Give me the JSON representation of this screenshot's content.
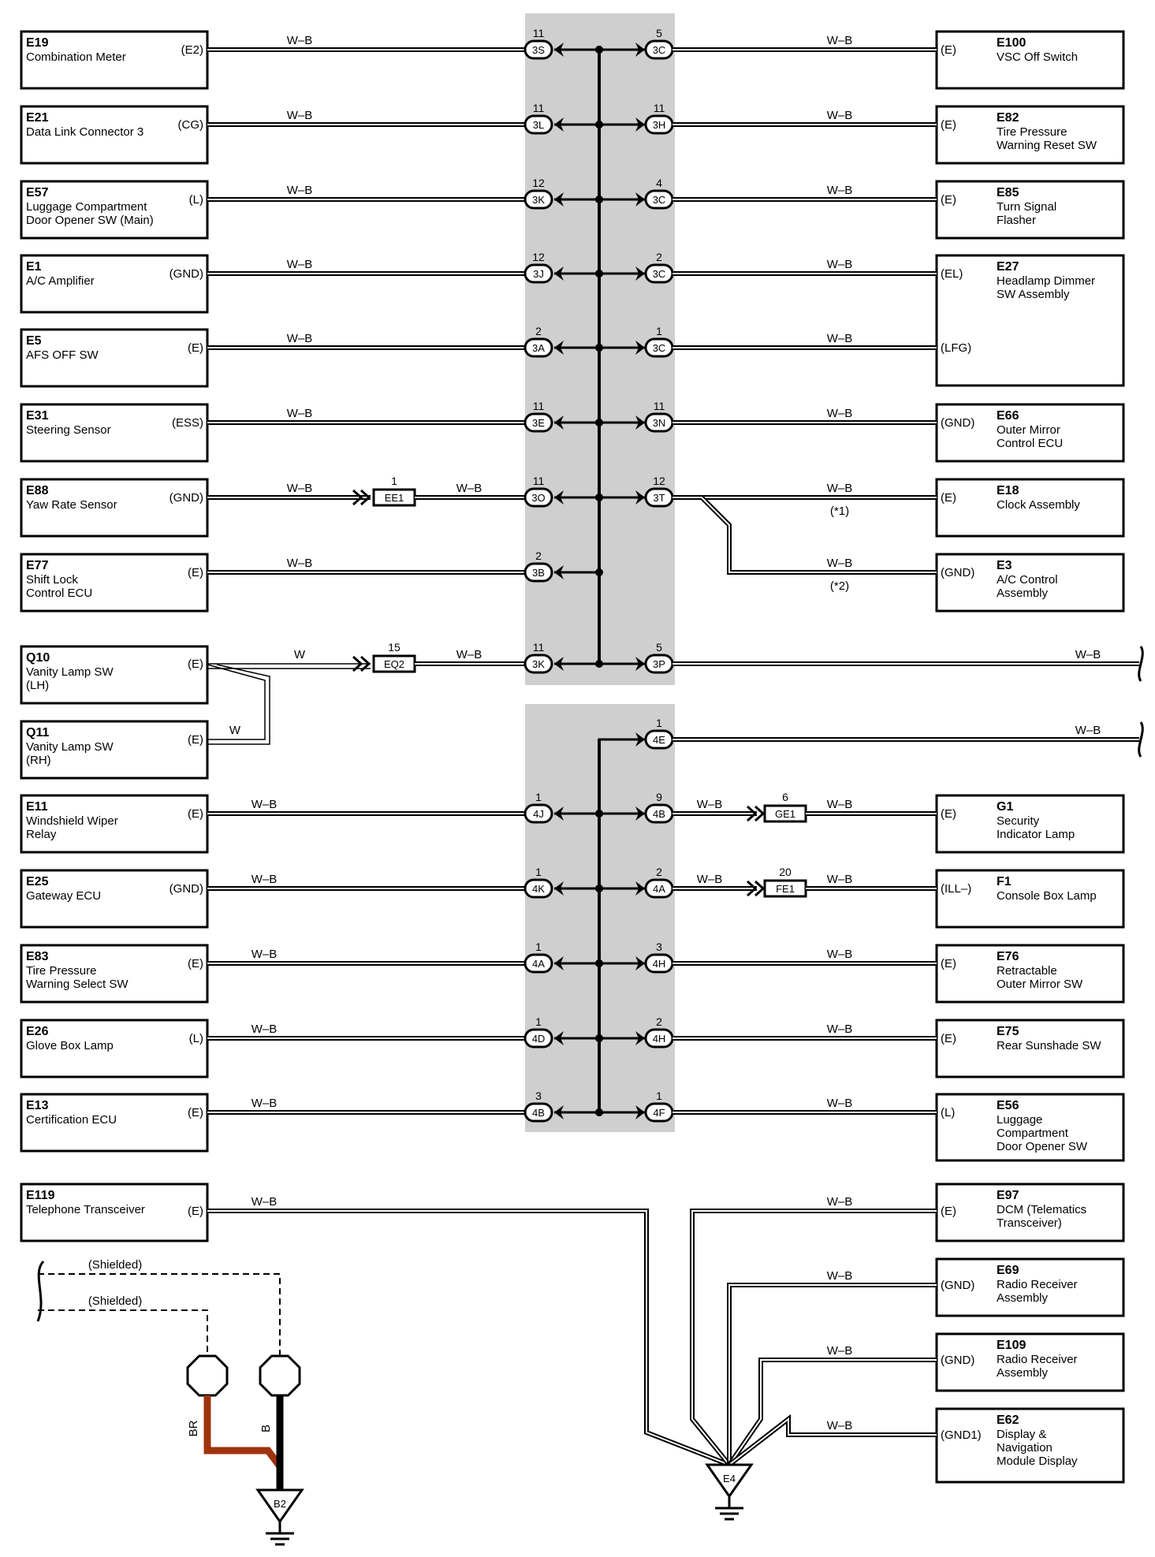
{
  "colors": {
    "shade": "#cfcfcf",
    "wire_br": "#a0330f",
    "wire_b": "#000000"
  },
  "left_devices": [
    {
      "id": "E19",
      "lines": [
        "Combination Meter"
      ],
      "pin": "(E2)",
      "wire": "W–B",
      "junction": {
        "num": "11",
        "code": "3S"
      }
    },
    {
      "id": "E21",
      "lines": [
        "Data Link Connector 3"
      ],
      "pin": "(CG)",
      "wire": "W–B",
      "junction": {
        "num": "11",
        "code": "3L"
      }
    },
    {
      "id": "E57",
      "lines": [
        "Luggage Compartment",
        "Door Opener SW (Main)"
      ],
      "pin": "(L)",
      "wire": "W–B",
      "junction": {
        "num": "12",
        "code": "3K"
      }
    },
    {
      "id": "E1",
      "lines": [
        "A/C Amplifier"
      ],
      "pin": "(GND)",
      "wire": "W–B",
      "junction": {
        "num": "12",
        "code": "3J"
      }
    },
    {
      "id": "E5",
      "lines": [
        "AFS OFF SW"
      ],
      "pin": "(E)",
      "wire": "W–B",
      "junction": {
        "num": "2",
        "code": "3A"
      }
    },
    {
      "id": "E31",
      "lines": [
        "Steering Sensor"
      ],
      "pin": "(ESS)",
      "wire": "W–B",
      "junction": {
        "num": "11",
        "code": "3E"
      }
    },
    {
      "id": "E88",
      "lines": [
        "Yaw Rate Sensor"
      ],
      "pin": "(GND)",
      "wire": "W–B",
      "junction": {
        "num": "11",
        "code": "3O"
      },
      "inline": {
        "num": "1",
        "code": "EE1",
        "wire2": "W–B"
      }
    },
    {
      "id": "E77",
      "lines": [
        "Shift Lock",
        "Control ECU"
      ],
      "pin": "(E)",
      "wire": "W–B",
      "junction": {
        "num": "2",
        "code": "3B"
      }
    },
    {
      "id": "Q10",
      "lines": [
        "Vanity Lamp SW",
        "(LH)"
      ],
      "pin": "(E)",
      "wire": "W",
      "junction": {
        "num": "11",
        "code": "3K"
      },
      "inline": {
        "num": "15",
        "code": "EQ2",
        "wire2": "W–B"
      }
    },
    {
      "id": "Q11",
      "lines": [
        "Vanity Lamp SW",
        "(RH)"
      ],
      "pin": "(E)",
      "wire": "W"
    },
    {
      "id": "E11",
      "lines": [
        "Windshield Wiper",
        "Relay"
      ],
      "pin": "(E)",
      "wire": "W–B",
      "junction": {
        "num": "1",
        "code": "4J"
      }
    },
    {
      "id": "E25",
      "lines": [
        "Gateway ECU"
      ],
      "pin": "(GND)",
      "wire": "W–B",
      "junction": {
        "num": "1",
        "code": "4K"
      }
    },
    {
      "id": "E83",
      "lines": [
        "Tire Pressure",
        "Warning Select SW"
      ],
      "pin": "(E)",
      "wire": "W–B",
      "junction": {
        "num": "1",
        "code": "4A"
      }
    },
    {
      "id": "E26",
      "lines": [
        "Glove Box Lamp"
      ],
      "pin": "(L)",
      "wire": "W–B",
      "junction": {
        "num": "1",
        "code": "4D"
      }
    },
    {
      "id": "E13",
      "lines": [
        "Certification ECU"
      ],
      "pin": "(E)",
      "wire": "W–B",
      "junction": {
        "num": "3",
        "code": "4B"
      }
    },
    {
      "id": "E119",
      "lines": [
        "Telephone Transceiver"
      ],
      "pin": "(E)",
      "wire": "W–B"
    }
  ],
  "right_devices": [
    {
      "id": "E100",
      "lines": [
        "VSC Off Switch"
      ],
      "pins": [
        "(E)"
      ],
      "wire": "W–B",
      "junction": {
        "num": "5",
        "code": "3C"
      }
    },
    {
      "id": "E82",
      "lines": [
        "Tire Pressure",
        "Warning Reset SW"
      ],
      "pins": [
        "(E)"
      ],
      "wire": "W–B",
      "junction": {
        "num": "11",
        "code": "3H"
      }
    },
    {
      "id": "E85",
      "lines": [
        "Turn Signal",
        "Flasher"
      ],
      "pins": [
        "(E)"
      ],
      "wire": "W–B",
      "junction": {
        "num": "4",
        "code": "3C"
      }
    },
    {
      "id": "E27",
      "lines": [
        "Headlamp Dimmer",
        "SW Assembly"
      ],
      "pins": [
        "(EL)",
        "(LFG)"
      ],
      "wire": "W–B",
      "junction": {
        "num": "2",
        "code": "3C"
      },
      "junction2": {
        "num": "1",
        "code": "3C"
      },
      "wire2": "W–B"
    },
    {
      "id": "E66",
      "lines": [
        "Outer Mirror",
        "Control ECU"
      ],
      "pins": [
        "(GND)"
      ],
      "wire": "W–B",
      "junction": {
        "num": "11",
        "code": "3N"
      }
    },
    {
      "id": "E18",
      "lines": [
        "Clock Assembly"
      ],
      "pins": [
        "(E)"
      ],
      "wire": "W–B",
      "note": "(*1)",
      "junction": {
        "num": "12",
        "code": "3T"
      }
    },
    {
      "id": "E3",
      "lines": [
        "A/C Control",
        "Assembly"
      ],
      "pins": [
        "(GND)"
      ],
      "wire": "W–B",
      "note": "(*2)"
    },
    {
      "id": "G1",
      "lines": [
        "Security",
        "Indicator Lamp"
      ],
      "pins": [
        "(E)"
      ],
      "wire": "W–B",
      "junction": {
        "num": "9",
        "code": "4B"
      },
      "inline": {
        "num": "6",
        "code": "GE1",
        "wire1": "W–B"
      }
    },
    {
      "id": "F1",
      "lines": [
        "Console Box Lamp"
      ],
      "pins": [
        "(ILL–)"
      ],
      "wire": "W–B",
      "junction": {
        "num": "2",
        "code": "4A"
      },
      "inline": {
        "num": "20",
        "code": "FE1",
        "wire1": "W–B"
      }
    },
    {
      "id": "E76",
      "lines": [
        "Retractable",
        "Outer Mirror SW"
      ],
      "pins": [
        "(E)"
      ],
      "wire": "W–B",
      "junction": {
        "num": "3",
        "code": "4H"
      }
    },
    {
      "id": "E75",
      "lines": [
        "Rear Sunshade SW"
      ],
      "pins": [
        "(E)"
      ],
      "wire": "W–B",
      "junction": {
        "num": "2",
        "code": "4H"
      }
    },
    {
      "id": "E56",
      "lines": [
        "Luggage",
        "Compartment",
        "Door Opener SW"
      ],
      "pins": [
        "(L)"
      ],
      "wire": "W–B",
      "junction": {
        "num": "1",
        "code": "4F"
      }
    },
    {
      "id": "E97",
      "lines": [
        "DCM (Telematics",
        "Transceiver)"
      ],
      "pins": [
        "(E)"
      ],
      "wire": "W–B"
    },
    {
      "id": "E69",
      "lines": [
        "Radio Receiver",
        "Assembly"
      ],
      "pins": [
        "(GND)"
      ],
      "wire": "W–B"
    },
    {
      "id": "E109",
      "lines": [
        "Radio Receiver",
        "Assembly"
      ],
      "pins": [
        "(GND)"
      ],
      "wire": "W–B"
    },
    {
      "id": "E62",
      "lines": [
        "Display &",
        "Navigation",
        "Module Display"
      ],
      "pins": [
        "(GND1)"
      ],
      "wire": "W–B"
    }
  ],
  "continuations": [
    {
      "num": "5",
      "code": "3P",
      "wire": "W–B"
    },
    {
      "num": "1",
      "code": "4E",
      "wire": "W–B"
    }
  ],
  "shielded": {
    "label": "(Shielded)",
    "wires": [
      "BR",
      "B"
    ]
  },
  "grounds": [
    "B2",
    "E4"
  ]
}
